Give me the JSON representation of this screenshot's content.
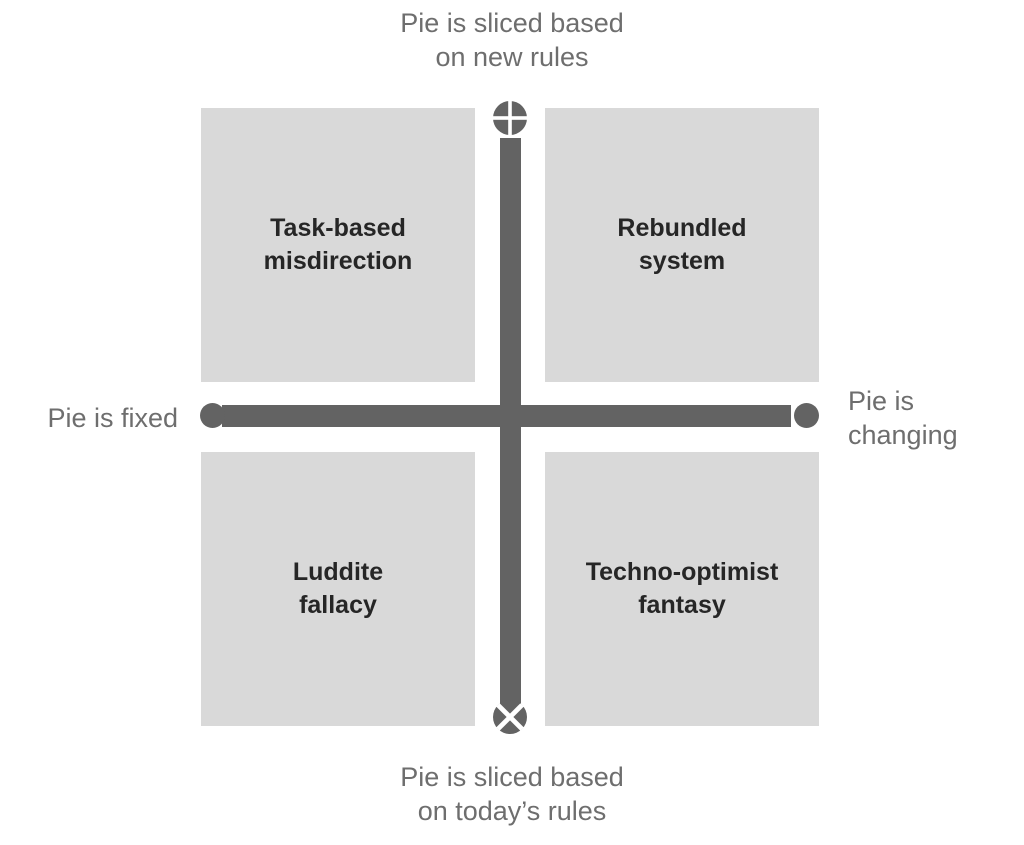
{
  "figure": {
    "title": "Pie framing 2x2 matrix",
    "type": "2x2-matrix",
    "colors": {
      "axis": "#636363",
      "quadrant_fill": "#d9d9d9",
      "axis_label_text": "#6e6e6e",
      "quadrant_label_text": "#262626",
      "background": "#ffffff"
    }
  },
  "axes": {
    "vertical": {
      "top_label": "Pie is sliced based\non new rules",
      "bottom_label": "Pie is sliced based\non today’s rules",
      "top_marker_icon": "pie-quadrants-icon",
      "bottom_marker_icon": "pie-quadrants-rotated-icon"
    },
    "horizontal": {
      "left_label": "Pie is fixed",
      "right_label": "Pie is\nchanging",
      "left_marker_icon": "circle-dot-icon",
      "right_marker_icon": "circle-dot-icon"
    }
  },
  "quadrants": [
    {
      "position": "top-left",
      "label": "Task-based\nmisdirection",
      "x_axis_value": "Pie is fixed",
      "y_axis_value": "Pie is sliced based on new rules"
    },
    {
      "position": "top-right",
      "label": "Rebundled\nsystem",
      "x_axis_value": "Pie is changing",
      "y_axis_value": "Pie is sliced based on new rules"
    },
    {
      "position": "bottom-left",
      "label": "Luddite\nfallacy",
      "x_axis_value": "Pie is fixed",
      "y_axis_value": "Pie is sliced based on today’s rules"
    },
    {
      "position": "bottom-right",
      "label": "Techno-optimist\nfantasy",
      "x_axis_value": "Pie is changing",
      "y_axis_value": "Pie is sliced based on today’s rules"
    }
  ]
}
